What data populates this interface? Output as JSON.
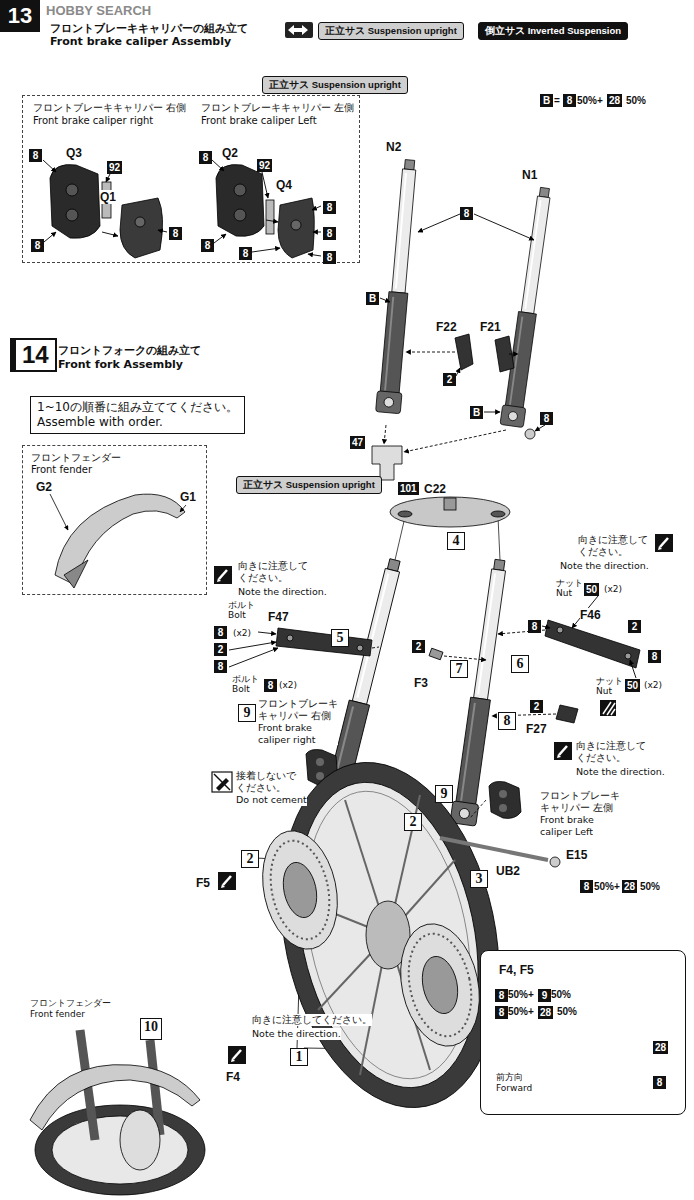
{
  "diagram": {
    "nodes": [
      {
        "text": [
          "13"
        ]
      },
      {
        "text": [
          "正立サス Suspension upright"
        ]
      },
      {
        "text": [
          "倒立サス Inverted Suspension"
        ]
      },
      {
        "text": [
          "正立サス Suspension upright"
        ]
      },
      {
        "text": [
          "フロントブレーキキャリパー 右側",
          "Front brake caliper right",
          "フロントブレーキキャリパー 左側",
          "Front brake caliper Left"
        ]
      },
      {
        "text": [
          "8"
        ],
        "in": 4
      },
      {
        "text": [
          "92"
        ],
        "in": 4
      },
      {
        "text": [
          "8"
        ],
        "in": 4
      },
      {
        "text": [
          "8"
        ],
        "in": 4
      },
      {
        "text": [
          "8"
        ],
        "in": 4
      },
      {
        "text": [
          "92"
        ],
        "in": 4
      },
      {
        "text": [
          "8"
        ],
        "in": 4
      },
      {
        "text": [
          "8"
        ],
        "in": 4
      },
      {
        "text": [
          "8"
        ],
        "in": 4
      },
      {
        "text": [
          "8"
        ],
        "in": 4
      },
      {
        "text": [
          "8"
        ],
        "in": 4
      },
      {
        "text": [
          "B"
        ]
      },
      {
        "text": [
          "8"
        ]
      },
      {
        "text": [
          "28"
        ]
      },
      {
        "text": [
          "8"
        ]
      },
      {
        "text": [
          "B"
        ]
      },
      {
        "text": [
          "2"
        ]
      },
      {
        "text": [
          "B"
        ]
      },
      {
        "text": [
          "8"
        ]
      },
      {
        "text": [
          "47"
        ]
      },
      {
        "text": [
          "14"
        ]
      },
      {
        "text": [
          "1~10の順番に組み立ててください。",
          "Assemble with order."
        ]
      },
      {
        "text": [
          "フロントフェンダー",
          "Front fender"
        ]
      },
      {
        "text": [
          "正立サス Suspension upright"
        ]
      },
      {
        "text": [
          "101"
        ]
      },
      {
        "text": [
          "4"
        ]
      },
      {
        "text": [
          "5"
        ]
      },
      {
        "text": [
          "8"
        ]
      },
      {
        "text": [
          "2"
        ]
      },
      {
        "text": [
          "8"
        ]
      },
      {
        "text": [
          "8"
        ]
      },
      {
        "text": [
          "2"
        ]
      },
      {
        "text": [
          "7"
        ]
      },
      {
        "text": [
          "6"
        ]
      },
      {
        "text": [
          "50"
        ]
      },
      {
        "text": [
          "8"
        ]
      },
      {
        "text": [
          "2"
        ]
      },
      {
        "text": [
          "50"
        ]
      },
      {
        "text": [
          "8"
        ]
      },
      {
        "text": [
          "8"
        ]
      },
      {
        "text": [
          "2"
        ]
      },
      {
        "text": [
          "9"
        ]
      },
      {
        "text": [
          "9"
        ]
      },
      {
        "text": [
          "2"
        ]
      },
      {
        "text": [
          "2"
        ]
      },
      {
        "text": [
          "3"
        ]
      },
      {
        "text": [
          "8"
        ]
      },
      {
        "text": [
          "28"
        ]
      },
      {
        "text": [
          "1"
        ]
      },
      {
        "text": [
          "10"
        ]
      },
      {
        "text": [
          "F4, F5"
        ]
      },
      {
        "text": [
          "8"
        ],
        "in": 55
      },
      {
        "text": [
          "9"
        ],
        "in": 55
      },
      {
        "text": [
          "8"
        ],
        "in": 55
      },
      {
        "text": [
          "28"
        ],
        "in": 55
      },
      {
        "text": [
          "28"
        ],
        "in": 55
      },
      {
        "text": [
          "8"
        ],
        "in": 55
      }
    ],
    "labels": [
      "HOBBY SEARCH",
      "フロントブレーキキャリパーの組み立て",
      "Front brake caliper Assembly",
      "Q3",
      "Q1",
      "Q2",
      "Q4",
      "=",
      "50%+",
      "50%",
      "N2",
      "N1",
      "F22",
      "F21",
      "フロントフォークの組み立て",
      "Front fork Assembly",
      "G2",
      "G1",
      "C22",
      "向きに注意してください。",
      "Note the direction.",
      "ボルト",
      "Bolt",
      "(x2)",
      "F47",
      "ボルト",
      "Bolt",
      "(x2)",
      "向きに注意してください。",
      "Note the direction.",
      "ナット",
      "Nut",
      "(x2)",
      "F46",
      "F3",
      "ナット",
      "Nut",
      "(x2)",
      "F27",
      "向きに注意してください。",
      "Note the direction.",
      "フロントブレーキキャリパー 右側",
      "Front brake caliper right",
      "接着しないでください。",
      "Do not cement",
      "フロントブレーキキャリパー 左側",
      "Front brake caliper Left",
      "UB2",
      "E15",
      "50%+",
      "50%",
      "F5",
      "向きに注意してください。",
      "Note the direction.",
      "F4",
      "フロントフェンダー",
      "Front fender",
      "50%+",
      "50%",
      "50%+",
      "50%",
      "前方向",
      "Forward"
    ]
  }
}
